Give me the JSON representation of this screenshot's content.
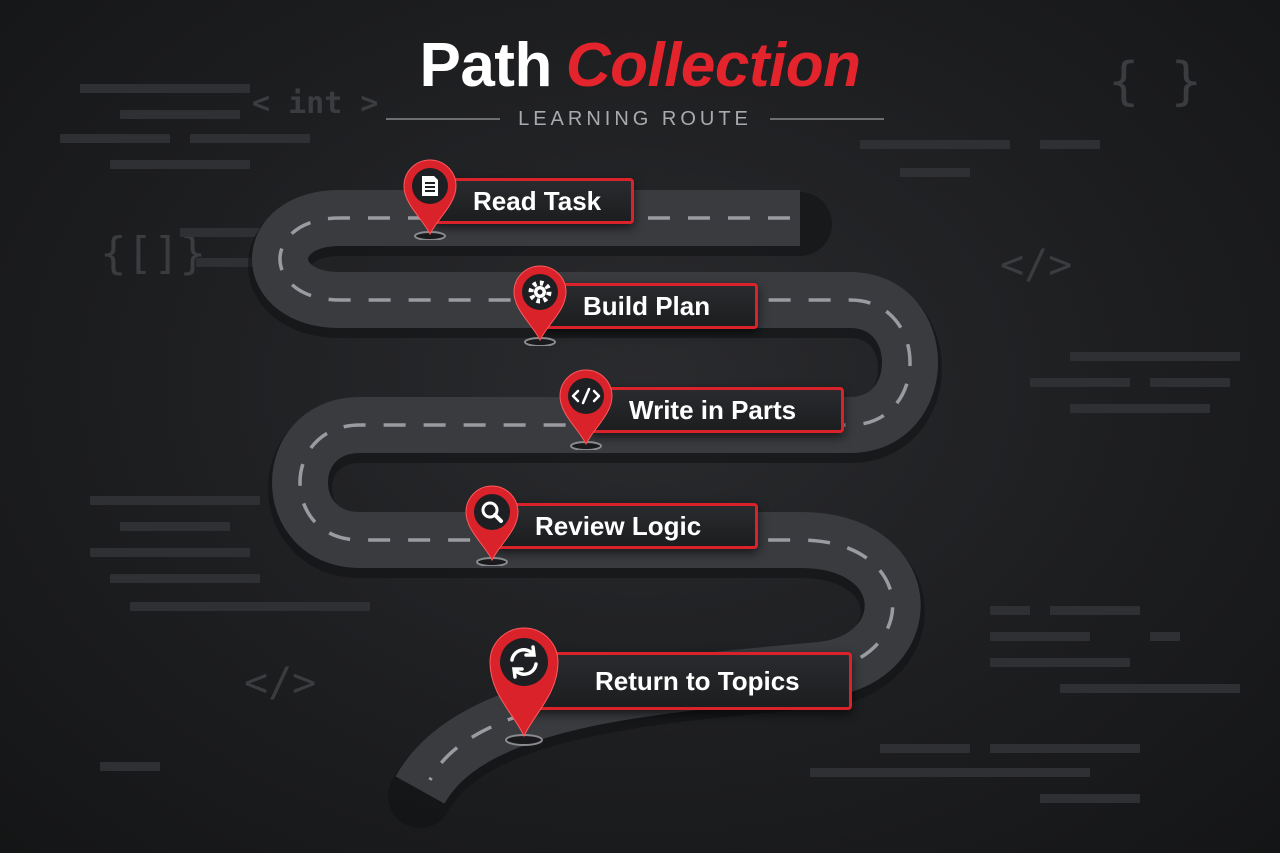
{
  "header": {
    "title_part1": "Path",
    "title_part2": "Collection",
    "subtitle": "LEARNING ROUTE"
  },
  "background_code": {
    "int_tag": "< int >",
    "braces_right": "{ }",
    "brackets_left": "{[]}",
    "close_tag_right": "</>",
    "close_tag_left": "</>"
  },
  "steps": [
    {
      "label": "Read Task",
      "icon": "document-icon"
    },
    {
      "label": "Build Plan",
      "icon": "gear-icon"
    },
    {
      "label": "Write in Parts",
      "icon": "code-icon"
    },
    {
      "label": "Review Logic",
      "icon": "magnifier-icon"
    },
    {
      "label": "Return to Topics",
      "icon": "refresh-icon"
    }
  ],
  "colors": {
    "accent": "#e4242c",
    "road": "#3a3b3f",
    "background": "#1d1e20"
  }
}
